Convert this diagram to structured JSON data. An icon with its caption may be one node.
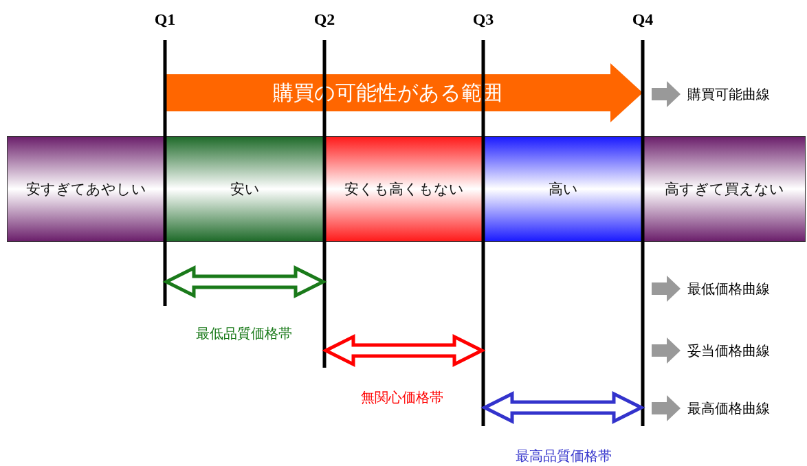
{
  "diagram": {
    "nodes": [
      {
        "text": [
          "購買の可能性がある範囲"
        ]
      },
      {
        "text": [
          "安すぎてあやしい"
        ]
      },
      {
        "text": [
          "安い"
        ]
      },
      {
        "text": [
          "安くも高くもない"
        ]
      },
      {
        "text": [
          "高い"
        ]
      },
      {
        "text": [
          "高すぎて買えない"
        ]
      }
    ],
    "labels": [
      "Q1",
      "Q2",
      "Q3",
      "Q4",
      "購買可能曲線",
      "最低価格曲線",
      "最低品質価格帯",
      "妥当価格曲線",
      "無関心価格帯",
      "最高価格曲線",
      "最高品質価格帯"
    ]
  }
}
